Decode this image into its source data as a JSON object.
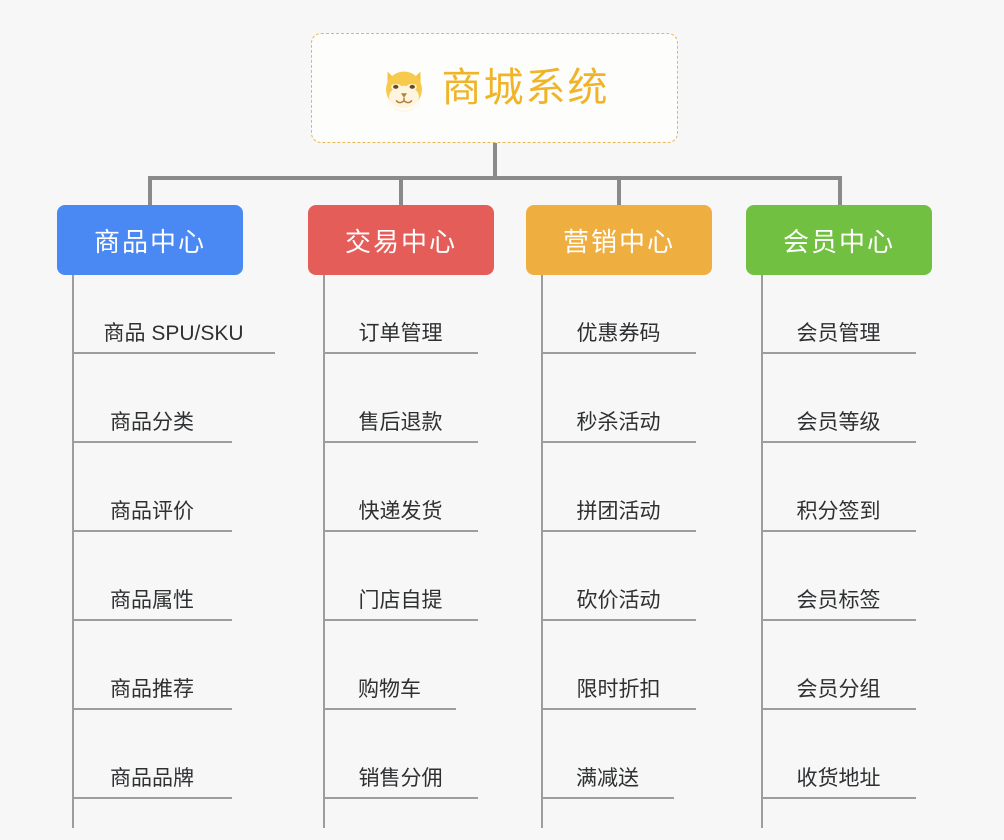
{
  "root": {
    "title": "商城系统",
    "icon": "dog-face-icon",
    "border_color": "#e8b657",
    "text_color": "#f0b429"
  },
  "connector_color": "#8a8a8a",
  "leaf_line_color": "#9d9d9d",
  "background_color": "#f7f7f7",
  "columns": [
    {
      "label": "商品中心",
      "color": "#4a89f3",
      "items": [
        "商品 SPU/SKU",
        "商品分类",
        "商品评价",
        "商品属性",
        "商品推荐",
        "商品品牌"
      ]
    },
    {
      "label": "交易中心",
      "color": "#e55d58",
      "items": [
        "订单管理",
        "售后退款",
        "快递发货",
        "门店自提",
        "购物车",
        "销售分佣"
      ]
    },
    {
      "label": "营销中心",
      "color": "#efae40",
      "items": [
        "优惠券码",
        "秒杀活动",
        "拼团活动",
        "砍价活动",
        "限时折扣",
        "满减送"
      ]
    },
    {
      "label": "会员中心",
      "color": "#72c041",
      "items": [
        "会员管理",
        "会员等级",
        "积分签到",
        "会员标签",
        "会员分组",
        "收货地址"
      ]
    }
  ]
}
